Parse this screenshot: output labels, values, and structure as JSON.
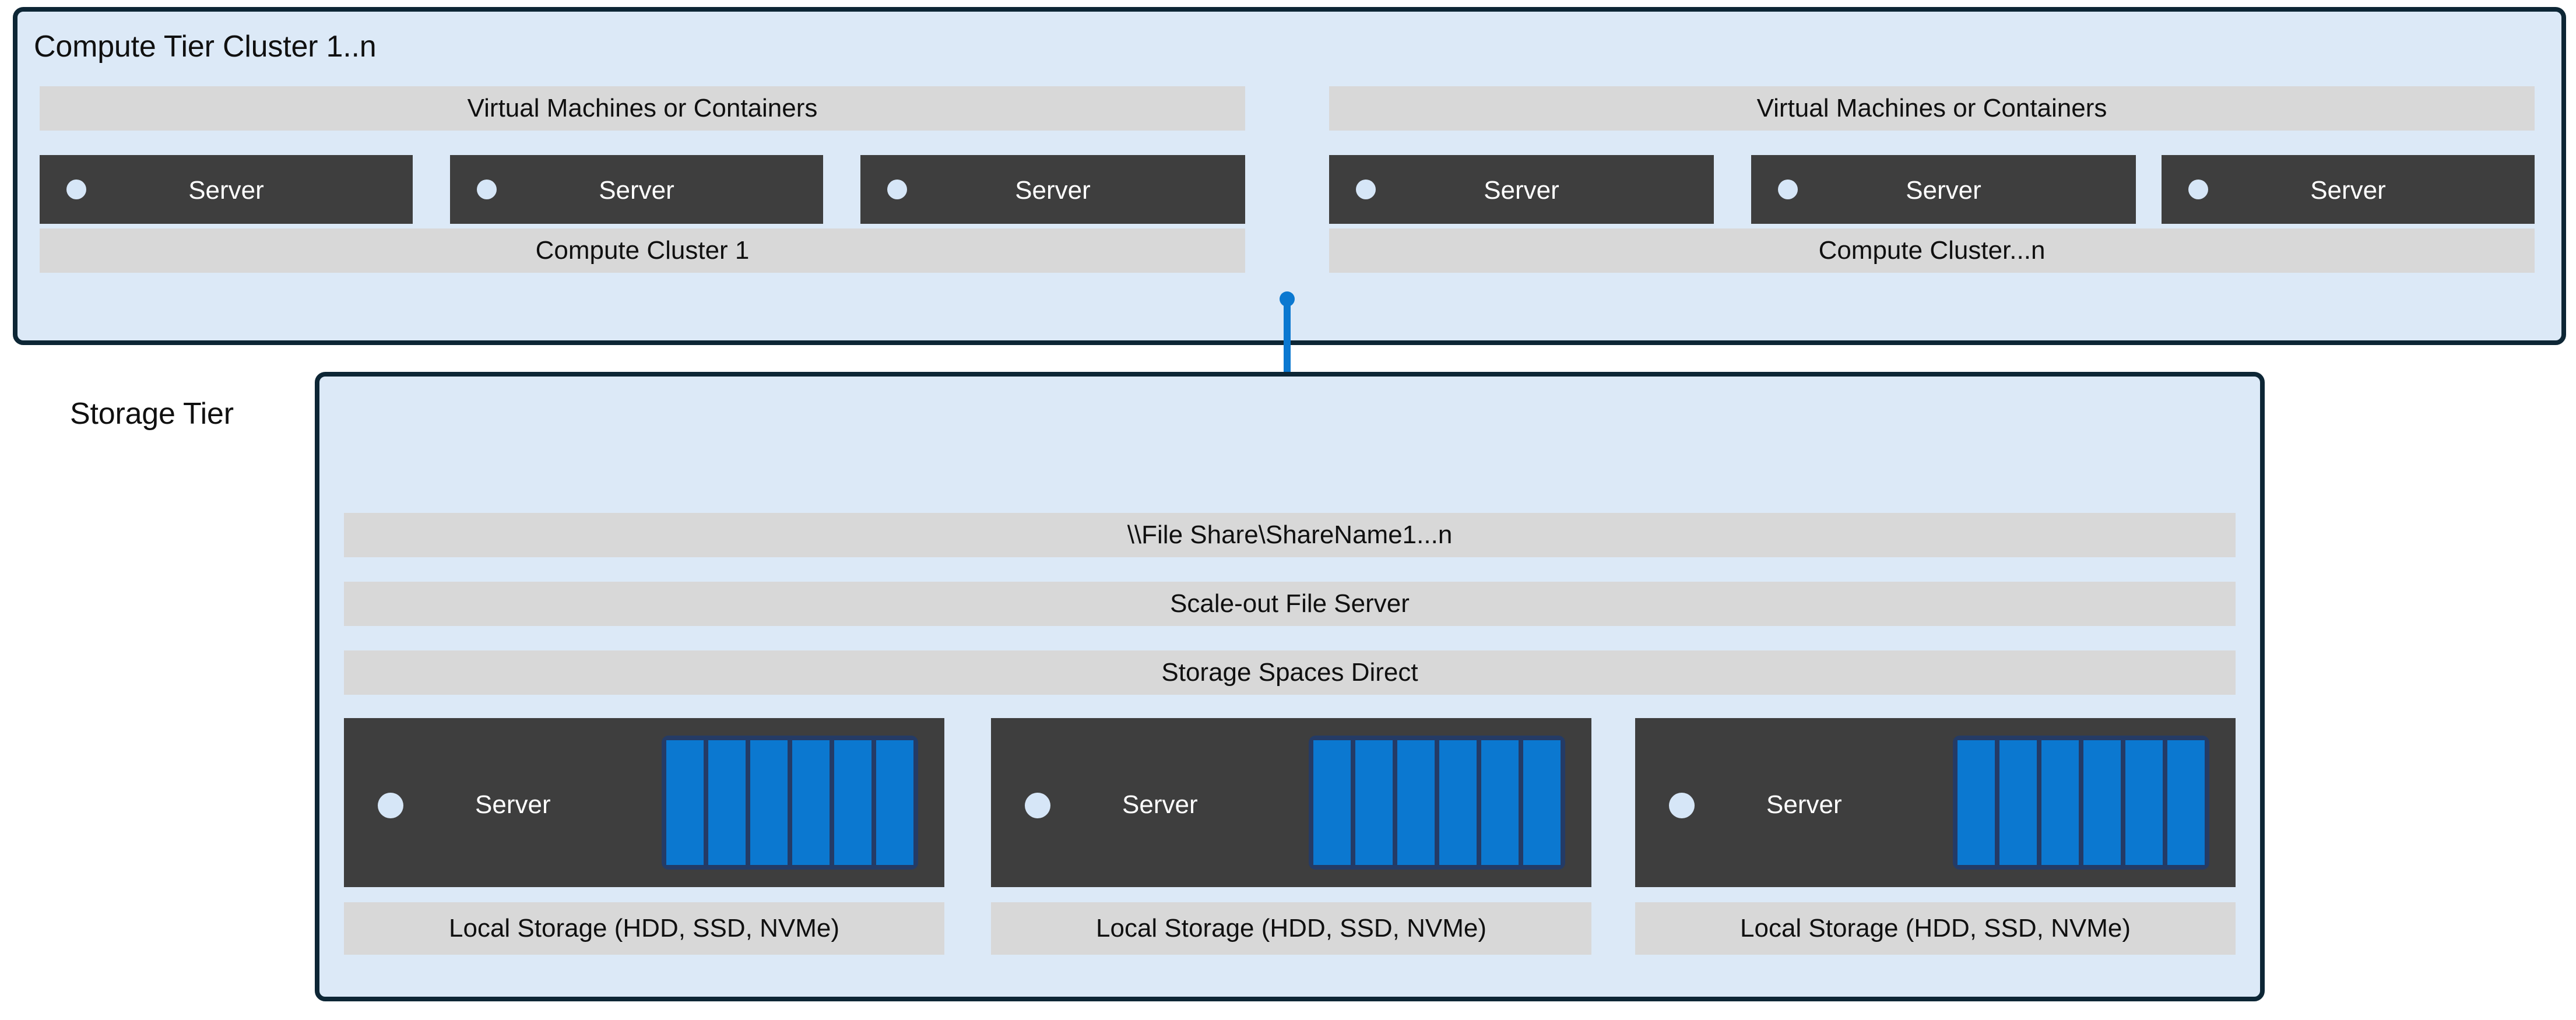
{
  "colors": {
    "panel_fill": "#DCE9F7",
    "panel_border": "#0D2635",
    "bar_fill": "#D8D8D8",
    "server_fill": "#3E3E3E",
    "server_led": "#D6E6F7",
    "accent_blue": "#0B78D0",
    "disk_frame": "#243B66",
    "text_dark": "#101010",
    "text_light": "#FFFFFF"
  },
  "compute_tier": {
    "title": "Compute Tier Cluster 1..n",
    "clusters": [
      {
        "top_label": "Virtual Machines or Containers",
        "bottom_label": "Compute Cluster 1",
        "servers": [
          {
            "label": "Server"
          },
          {
            "label": "Server"
          },
          {
            "label": "Server"
          }
        ]
      },
      {
        "top_label": "Virtual Machines or Containers",
        "bottom_label": "Compute Cluster...n",
        "servers": [
          {
            "label": "Server"
          },
          {
            "label": "Server"
          },
          {
            "label": "Server"
          }
        ]
      }
    ]
  },
  "connector": {
    "icon": "folder-icon",
    "color": "#0B78D0",
    "endpoint_shape": "dot"
  },
  "storage_tier": {
    "title": "Storage Tier",
    "stack_bars": [
      "\\\\File Share\\ShareName1...n",
      "Scale-out File Server",
      "Storage Spaces Direct"
    ],
    "nodes": [
      {
        "server_label": "Server",
        "disk_count": 6,
        "storage_label": "Local Storage (HDD, SSD, NVMe)"
      },
      {
        "server_label": "Server",
        "disk_count": 6,
        "storage_label": "Local Storage (HDD, SSD, NVMe)"
      },
      {
        "server_label": "Server",
        "disk_count": 6,
        "storage_label": "Local Storage (HDD, SSD, NVMe)"
      }
    ]
  }
}
